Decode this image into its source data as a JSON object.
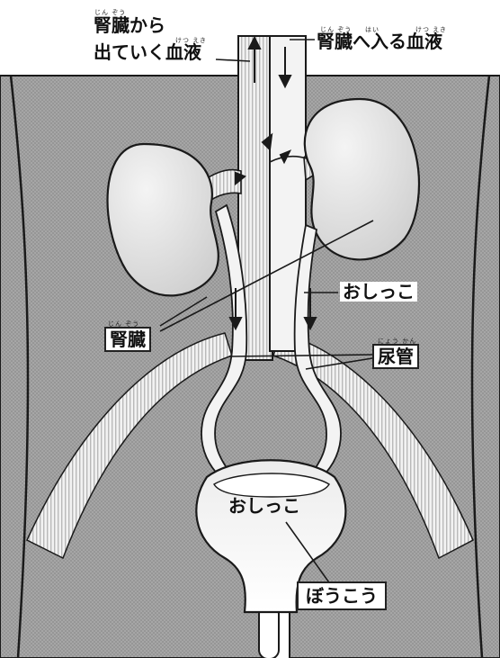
{
  "labels": {
    "blood_out_line1": "腎臓から",
    "blood_out_line2": "出ていく血液",
    "blood_out_ruby_kidney": "じん ぞう",
    "blood_out_ruby_blood": "けつ えき",
    "blood_in": "腎臓へ入る血液",
    "blood_in_ruby_kidney": "じん ぞう",
    "blood_in_ruby_enter": "はい",
    "blood_in_ruby_blood": "けつ えき",
    "urine_upper": "おしっこ",
    "kidney": "腎臓",
    "kidney_ruby": "じん ぞう",
    "ureter": "尿管",
    "ureter_ruby": "にょう かん",
    "urine_bladder": "おしっこ",
    "bladder": "ぼうこう"
  },
  "colors": {
    "body_gray": "#9a9a9a",
    "tissue_light": "#e6e6e6",
    "vessel_stripe": "#c8c8c8",
    "outline": "#1a1a1a"
  }
}
